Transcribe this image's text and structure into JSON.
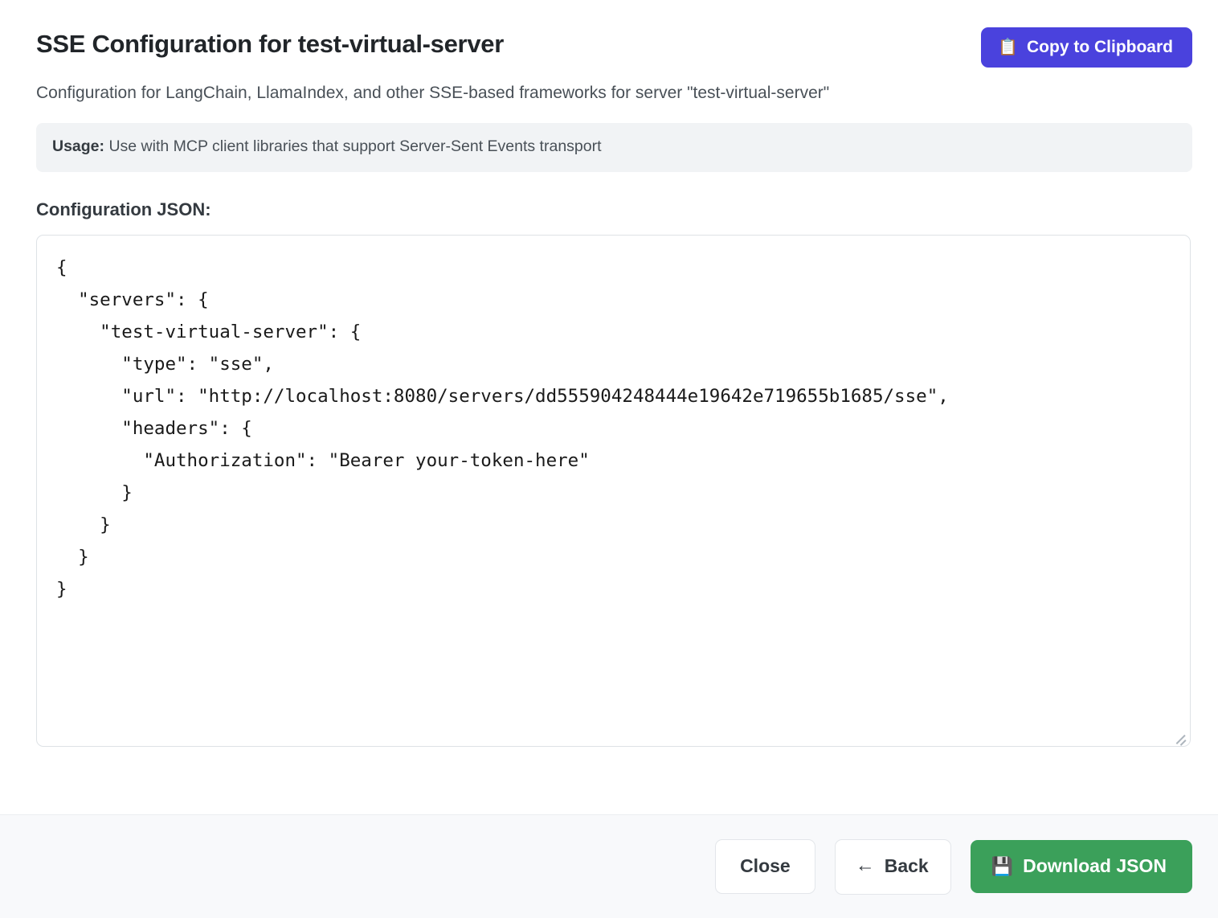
{
  "header": {
    "title": "SSE Configuration for test-virtual-server",
    "copy_button": {
      "label": "Copy to Clipboard",
      "icon": "clipboard-icon",
      "glyph": "📋",
      "color": "#4a42dd"
    }
  },
  "subtitle": "Configuration for LangChain, LlamaIndex, and other SSE-based frameworks for server \"test-virtual-server\"",
  "usage": {
    "label": "Usage:",
    "text": "Use with MCP client libraries that support Server-Sent Events transport",
    "background": "#f1f3f5"
  },
  "config": {
    "section_label": "Configuration JSON:",
    "json_text": "{\n  \"servers\": {\n    \"test-virtual-server\": {\n      \"type\": \"sse\",\n      \"url\": \"http://localhost:8080/servers/dd555904248444e19642e719655b1685/sse\",\n      \"headers\": {\n        \"Authorization\": \"Bearer your-token-here\"\n      }\n    }\n  }\n}",
    "values": {
      "server_name": "test-virtual-server",
      "type": "sse",
      "url": "http://localhost:8080/servers/dd555904248444e19642e719655b1685/sse",
      "server_id": "dd555904248444e19642e719655b1685",
      "host": "localhost",
      "port": "8080",
      "authorization": "Bearer your-token-here"
    }
  },
  "footer": {
    "close_label": "Close",
    "back_label": "Back",
    "back_arrow": "←",
    "download_label": "Download JSON",
    "download_glyph": "💾",
    "download_color": "#3ba05a"
  }
}
